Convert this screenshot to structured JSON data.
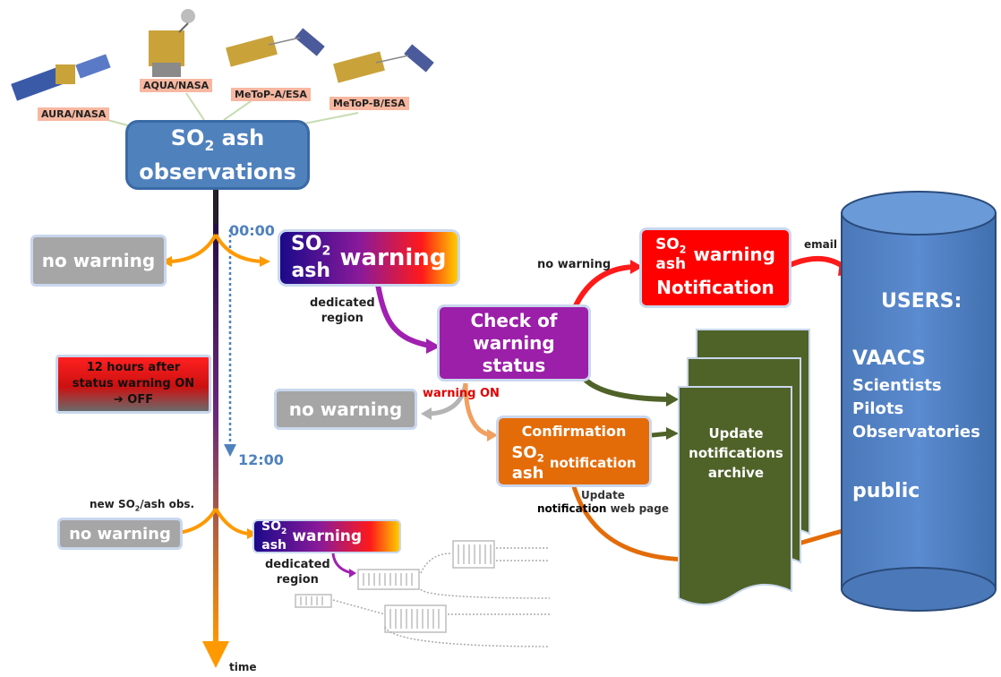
{
  "satellites": {
    "aura": "AURA/NASA",
    "aqua": "AQUA/NASA",
    "metop_a": "MeToP-A/ESA",
    "metop_b": "MeToP-B/ESA"
  },
  "observations": {
    "line1_so": "SO",
    "line1_sub": "2",
    "line1_rest": " ash",
    "line2": "observations"
  },
  "timeline": {
    "t0": "00:00",
    "t12": "12:00",
    "time": "time",
    "new_obs_pre": "new SO",
    "new_obs_sub": "2",
    "new_obs_post": "/ash obs."
  },
  "no_warning": "no warning",
  "so2_warning": {
    "so": "SO",
    "sub": "2",
    "ash": "ash",
    "word": "warning"
  },
  "dedicated_region": {
    "l1": "dedicated",
    "l2": "region"
  },
  "hours_box": {
    "l1": "12 hours after",
    "l2": "status warning ON",
    "l3": "➔ OFF"
  },
  "check_box": {
    "l1": "Check of",
    "l2": "warning",
    "l3": "status"
  },
  "labels": {
    "no_warning_small": "no warning",
    "warning_on": "warning ON",
    "email": "email"
  },
  "notification": {
    "so": "SO",
    "sub": "2",
    "ash": "ash",
    "warning": "warning",
    "word": "Notification"
  },
  "confirmation": {
    "title": "Confirmation",
    "so": "SO",
    "sub": "2",
    "ash": "ash",
    "word": "notification"
  },
  "update_web": {
    "l1": "Update",
    "l2": "notification",
    "l3": "web page"
  },
  "archive": {
    "l1": "Update",
    "l2": "notifications",
    "l3": "archive"
  },
  "users": {
    "title": "USERS:",
    "vaacs": "VAACS",
    "scientists": "Scientists",
    "pilots": "Pilots",
    "observatories": "Observatories",
    "public": "public"
  },
  "colors": {
    "obs_blue": "#4f81bd",
    "archive_green": "#4f6228",
    "confirm_orange": "#e36c09",
    "notify_red": "#ff0000",
    "check_purple": "#9b1fa8"
  }
}
